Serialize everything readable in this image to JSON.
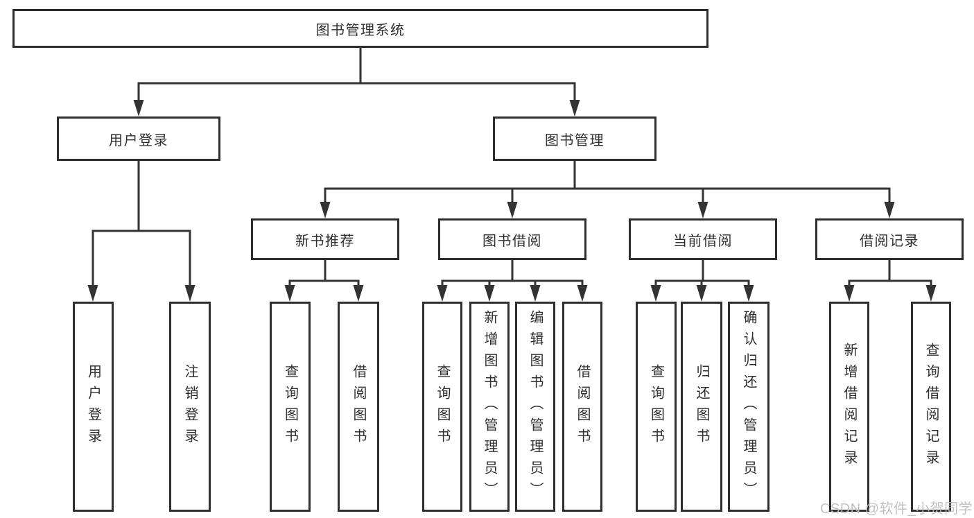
{
  "nodes": {
    "root": {
      "label": "图书管理系统"
    },
    "level1": [
      {
        "label": "用户登录"
      },
      {
        "label": "图书管理"
      }
    ],
    "level2": [
      {
        "label": "新书推荐",
        "parent": "图书管理"
      },
      {
        "label": "图书借阅",
        "parent": "图书管理"
      },
      {
        "label": "当前借阅",
        "parent": "图书管理"
      },
      {
        "label": "借阅记录",
        "parent": "图书管理"
      }
    ],
    "leaves": [
      {
        "label": "用户登录",
        "parent": "用户登录"
      },
      {
        "label": "注销登录",
        "parent": "用户登录"
      },
      {
        "label": "查询图书",
        "parent": "新书推荐"
      },
      {
        "label": "借阅图书",
        "parent": "新书推荐"
      },
      {
        "label": "查询图书",
        "parent": "图书借阅"
      },
      {
        "label": "新增图书（管理员）",
        "parent": "图书借阅"
      },
      {
        "label": "编辑图书（管理员）",
        "parent": "图书借阅"
      },
      {
        "label": "借阅图书",
        "parent": "图书借阅"
      },
      {
        "label": "查询图书",
        "parent": "当前借阅"
      },
      {
        "label": "归还图书",
        "parent": "当前借阅"
      },
      {
        "label": "确认归还（管理员）",
        "parent": "当前借阅"
      },
      {
        "label": "新增借阅记录",
        "parent": "借阅记录"
      },
      {
        "label": "查询借阅记录",
        "parent": "借阅记录"
      }
    ]
  },
  "watermark": "CSDN @软件_小贺同学",
  "colors": {
    "line": "#333333",
    "border": "#2e2e2e",
    "text": "#2f2f2f",
    "watermark": "#b9bdc4",
    "background": "#ffffff"
  }
}
